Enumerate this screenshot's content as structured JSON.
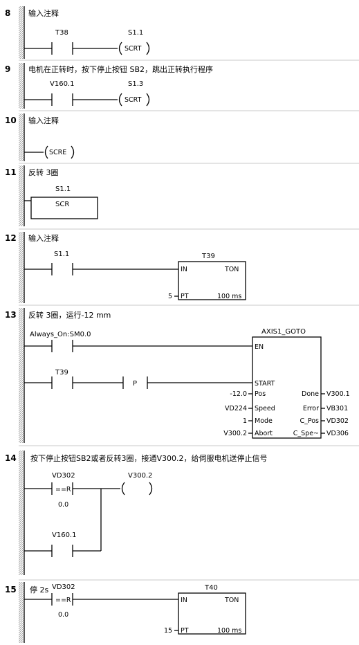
{
  "networks": [
    {
      "num": "8",
      "comment": "输入注释"
    },
    {
      "num": "9",
      "comment": "电机在正转时，按下停止按钮 SB2，跳出正转执行程序"
    },
    {
      "num": "10",
      "comment": "输入注释"
    },
    {
      "num": "11",
      "comment": "反转 3圈"
    },
    {
      "num": "12",
      "comment": "输入注释"
    },
    {
      "num": "13",
      "comment": "反转 3圈，运行-12 mm"
    },
    {
      "num": "14",
      "comment": "按下停止按钮SB2或者反转3圈，接通V300.2，给伺服电机送停止信号"
    },
    {
      "num": "15",
      "comment": "停 2s"
    }
  ],
  "n8": {
    "contact": "T38",
    "coil": "S1.1",
    "coil_type": "SCRT"
  },
  "n9": {
    "contact": "V160.1",
    "coil": "S1.3",
    "coil_type": "SCRT"
  },
  "n10": {
    "coil_type": "SCRE"
  },
  "n11": {
    "box_addr": "S1.1",
    "box_type": "SCR"
  },
  "n12": {
    "contact": "S1.1",
    "timer": "T39",
    "in": "IN",
    "type": "TON",
    "pt_val": "5",
    "pt": "PT",
    "res": "100 ms"
  },
  "n13": {
    "contact1": "Always_On:SM0.0",
    "contact2": "T39",
    "p": "P",
    "title": "AXIS1_GOTO",
    "en": "EN",
    "start": "START",
    "inputs": [
      {
        "val": "-12.0",
        "pin": "Pos"
      },
      {
        "val": "VD224",
        "pin": "Speed"
      },
      {
        "val": "1",
        "pin": "Mode"
      },
      {
        "val": "V300.2",
        "pin": "Abort"
      }
    ],
    "outputs": [
      {
        "pin": "Done",
        "val": "V300.1"
      },
      {
        "pin": "Error",
        "val": "VB301"
      },
      {
        "pin": "C_Pos",
        "val": "VD302"
      },
      {
        "pin": "C_Spe~",
        "val": "VD306"
      }
    ]
  },
  "n14": {
    "contact1": "VD302",
    "op1": "==R",
    "val1": "0.0",
    "contact2": "V160.1",
    "coil": "V300.2"
  },
  "n15": {
    "contact": "VD302",
    "op": "==R",
    "val": "0.0",
    "timer": "T40",
    "in": "IN",
    "type": "TON",
    "pt_val": "15",
    "pt": "PT",
    "res": "100 ms"
  }
}
